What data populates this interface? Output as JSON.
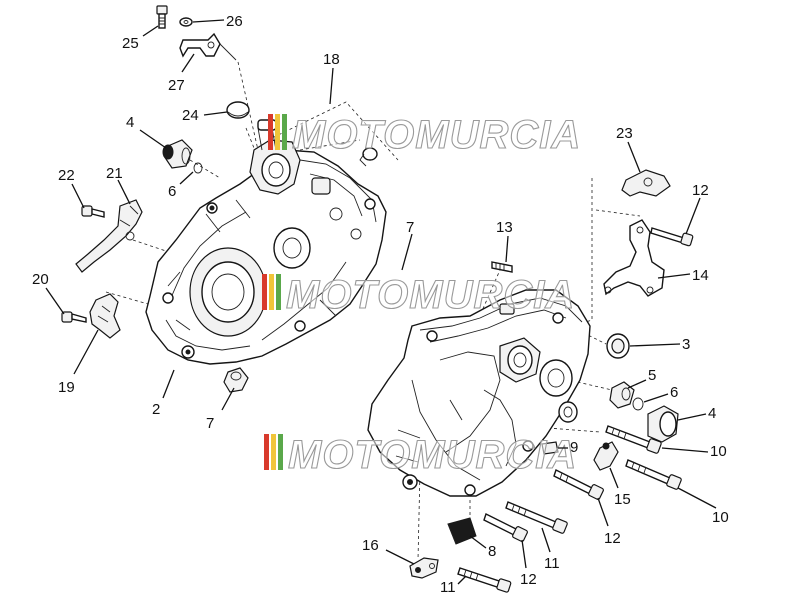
{
  "watermark": {
    "text": "MOTOMURCIA",
    "stripe_colors": [
      "#d83a2c",
      "#f0c53a",
      "#5aa84a"
    ]
  },
  "parts": [
    {
      "id": "p25",
      "label": "25"
    },
    {
      "id": "p26",
      "label": "26"
    },
    {
      "id": "p27",
      "label": "27"
    },
    {
      "id": "p18",
      "label": "18"
    },
    {
      "id": "p24",
      "label": "24"
    },
    {
      "id": "p4a",
      "label": "4"
    },
    {
      "id": "p6a",
      "label": "6"
    },
    {
      "id": "p22",
      "label": "22"
    },
    {
      "id": "p21",
      "label": "21"
    },
    {
      "id": "p20",
      "label": "20"
    },
    {
      "id": "p19",
      "label": "19"
    },
    {
      "id": "p2",
      "label": "2"
    },
    {
      "id": "p7a",
      "label": "7"
    },
    {
      "id": "p7b",
      "label": "7"
    },
    {
      "id": "p13",
      "label": "13"
    },
    {
      "id": "p23",
      "label": "23"
    },
    {
      "id": "p12a",
      "label": "12"
    },
    {
      "id": "p14",
      "label": "14"
    },
    {
      "id": "p3",
      "label": "3"
    },
    {
      "id": "p5",
      "label": "5"
    },
    {
      "id": "p6b",
      "label": "6"
    },
    {
      "id": "p4b",
      "label": "4"
    },
    {
      "id": "p10a",
      "label": "10"
    },
    {
      "id": "p9",
      "label": "9"
    },
    {
      "id": "p15",
      "label": "15"
    },
    {
      "id": "p10b",
      "label": "10"
    },
    {
      "id": "p12b",
      "label": "12"
    },
    {
      "id": "p16",
      "label": "16"
    },
    {
      "id": "p8",
      "label": "8"
    },
    {
      "id": "p11a",
      "label": "11"
    },
    {
      "id": "p12c",
      "label": "12"
    },
    {
      "id": "p11b",
      "label": "11"
    }
  ]
}
